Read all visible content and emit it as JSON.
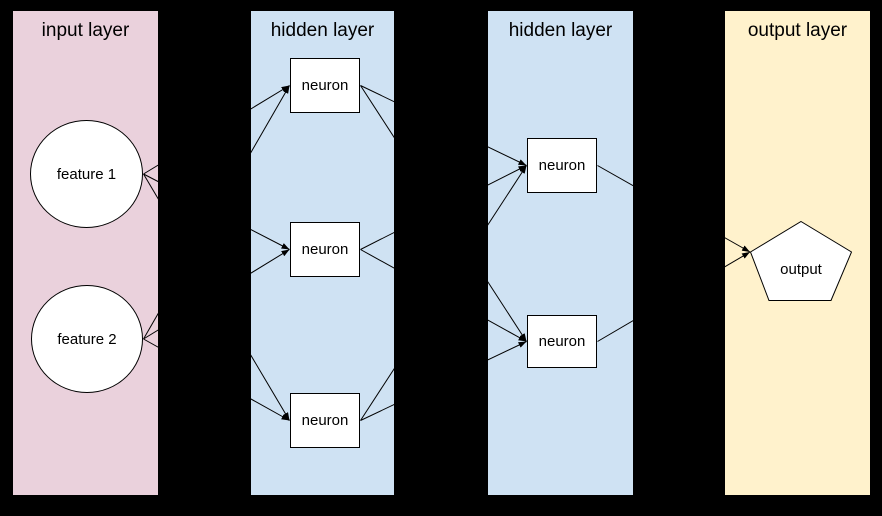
{
  "canvas": {
    "background": "#000000"
  },
  "layers": [
    {
      "id": "input",
      "label": "input layer",
      "color": "#ead1dc"
    },
    {
      "id": "hidden1",
      "label": "hidden layer",
      "color": "#cfe2f3"
    },
    {
      "id": "hidden2",
      "label": "hidden layer",
      "color": "#cfe2f3"
    },
    {
      "id": "output",
      "label": "output layer",
      "color": "#fff2cc"
    }
  ],
  "nodes": [
    {
      "id": "feature1",
      "label": "feature 1",
      "shape": "circle",
      "layer": "input"
    },
    {
      "id": "feature2",
      "label": "feature 2",
      "shape": "circle",
      "layer": "input"
    },
    {
      "id": "n1",
      "label": "neuron",
      "shape": "rect",
      "layer": "hidden1"
    },
    {
      "id": "n2",
      "label": "neuron",
      "shape": "rect",
      "layer": "hidden1"
    },
    {
      "id": "n3",
      "label": "neuron",
      "shape": "rect",
      "layer": "hidden1"
    },
    {
      "id": "m1",
      "label": "neuron",
      "shape": "rect",
      "layer": "hidden2"
    },
    {
      "id": "m2",
      "label": "neuron",
      "shape": "rect",
      "layer": "hidden2"
    },
    {
      "id": "out",
      "label": "output",
      "shape": "pentagon",
      "layer": "output"
    }
  ],
  "edges": [
    {
      "from": "feature1",
      "to": "n1"
    },
    {
      "from": "feature1",
      "to": "n2"
    },
    {
      "from": "feature1",
      "to": "n3"
    },
    {
      "from": "feature2",
      "to": "n1"
    },
    {
      "from": "feature2",
      "to": "n2"
    },
    {
      "from": "feature2",
      "to": "n3"
    },
    {
      "from": "n1",
      "to": "m1"
    },
    {
      "from": "n1",
      "to": "m2"
    },
    {
      "from": "n2",
      "to": "m1"
    },
    {
      "from": "n2",
      "to": "m2"
    },
    {
      "from": "n3",
      "to": "m1"
    },
    {
      "from": "n3",
      "to": "m2"
    },
    {
      "from": "m1",
      "to": "out"
    },
    {
      "from": "m2",
      "to": "out"
    }
  ],
  "edge_style": {
    "color": "#000000",
    "arrowhead": "filled-triangle"
  }
}
